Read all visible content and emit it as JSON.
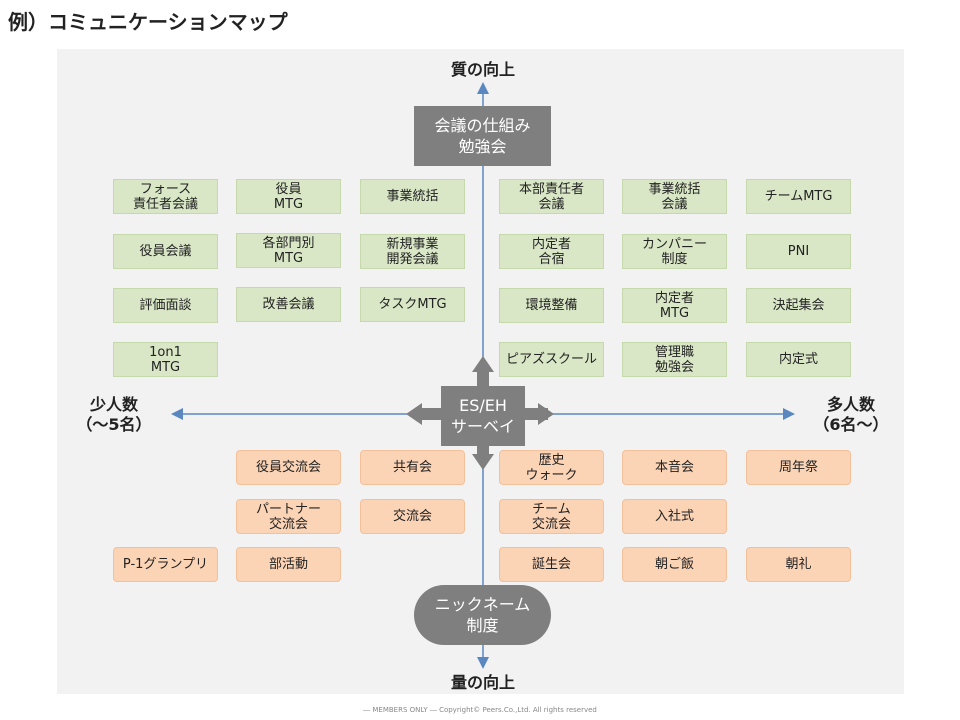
{
  "title": "例）コミュニケーションマップ",
  "axes": {
    "top": "質の向上",
    "bottom": "量の向上",
    "left": "少人数\n（～5名）",
    "right": "多人数\n（6名～）"
  },
  "center": "ES/EH\nサーベイ",
  "top_box": "会議の仕組み\n勉強会",
  "bottom_box": "ニックネーム\n制度",
  "green_items": [
    "フォース\n責任者会議",
    "役員\nMTG",
    "事業統括",
    "本部責任者\n会議",
    "事業統括\n会議",
    "チームMTG",
    "役員会議",
    "各部門別\nMTG",
    "新規事業\n開発会議",
    "内定者\n合宿",
    "カンパニー\n制度",
    "PNI",
    "評価面談",
    "改善会議",
    "タスクMTG",
    "環境整備",
    "内定者\nMTG",
    "決起集会",
    "1on1\nMTG",
    "ピアズスクール",
    "管理職\n勉強会",
    "内定式"
  ],
  "orange_items": [
    "役員交流会",
    "共有会",
    "歴史\nウォーク",
    "本音会",
    "周年祭",
    "パートナー\n交流会",
    "交流会",
    "チーム\n交流会",
    "入社式",
    "P-1グランプリ",
    "部活動",
    "誕生会",
    "朝ご飯",
    "朝礼"
  ],
  "footer": "― MEMBERS ONLY ― Copyright© Peers.Co.,Ltd. All rights reserved"
}
